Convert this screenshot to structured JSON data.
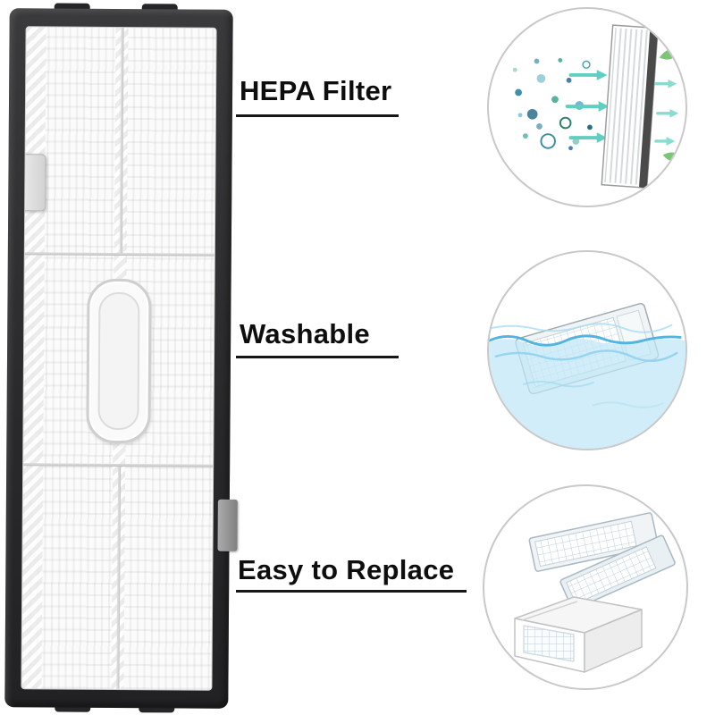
{
  "page": {
    "background": "#ffffff",
    "kind": "product-feature-infographic"
  },
  "features": [
    {
      "label": "HEPA Filter",
      "icon": "hepa-filtration-illustration"
    },
    {
      "label": "Washable",
      "icon": "washable-illustration"
    },
    {
      "label": "Easy to Replace",
      "icon": "easy-replace-illustration"
    }
  ],
  "colors": {
    "label_text": "#0e0e0e",
    "underline": "#161616",
    "circle_border": "#c9c9c9",
    "filter_frame_dark": "#2d2d2f",
    "filter_media_white": "#fbfbfb",
    "airflow_teal": "#5fcfc0",
    "water_blue": "#54b4e0",
    "leaf_green": "#7cc576"
  }
}
